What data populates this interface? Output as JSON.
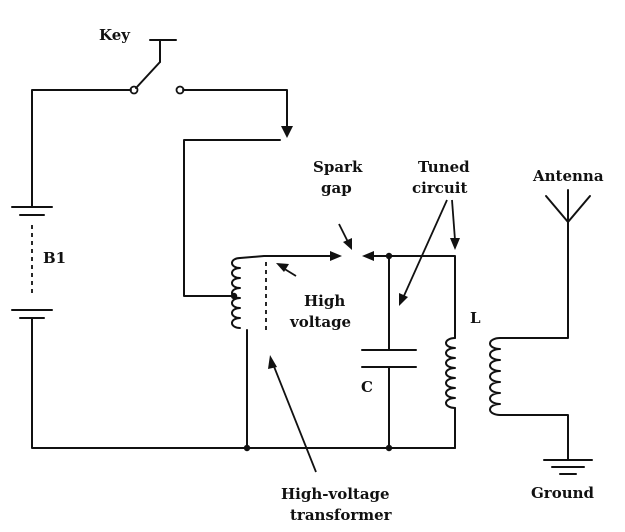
{
  "labels": {
    "key": "Key",
    "battery": "B1",
    "spark_gap_1": "Spark",
    "spark_gap_2": "gap",
    "tuned_circuit_1": "Tuned",
    "tuned_circuit_2": "circuit",
    "antenna": "Antenna",
    "high_voltage_1": "High",
    "high_voltage_2": "voltage",
    "inductor": "L",
    "capacitor": "C",
    "transformer_1": "High-voltage",
    "transformer_2": "transformer",
    "ground": "Ground"
  }
}
